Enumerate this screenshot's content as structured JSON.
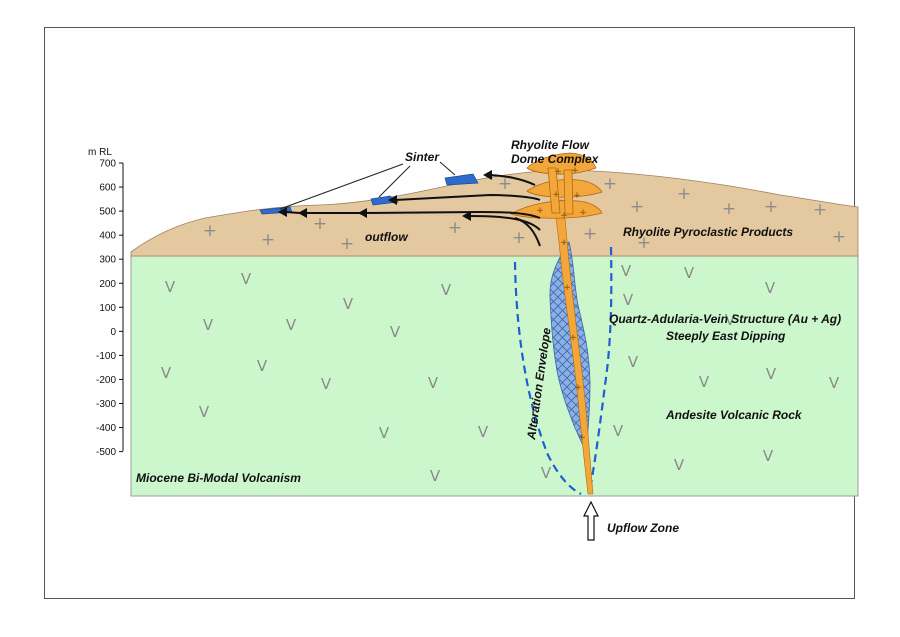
{
  "diagram": {
    "axis": {
      "unit": "m RL",
      "ticks": [
        700,
        600,
        500,
        400,
        300,
        200,
        100,
        0,
        -100,
        -200,
        -300,
        -400,
        -500
      ]
    },
    "labels": {
      "sinter": "Sinter",
      "dome": "Rhyolite Flow",
      "dome2": "Dome Complex",
      "outflow": "outflow",
      "pyroclastic": "Rhyolite Pyroclastic Products",
      "vein1": "Quartz-Adularia-Vein Structure (Au + Ag)",
      "vein2": "Steeply East Dipping",
      "andesite": "Andesite Volcanic Rock",
      "miocene": "Miocene Bi-Modal Volcanism",
      "alteration": "Alteration Envelope",
      "upflow": "Upflow Zone"
    },
    "symbols": {
      "pyroclastic": "+",
      "andesite": "V"
    },
    "colors": {
      "pyroclastic": "#e3c8a0",
      "andesite": "#ccf7cc",
      "vein": "#f3a73a",
      "envelope": "#8ab0e6",
      "sinter": "#2e6ccc",
      "dashed": "#1f5fd1"
    }
  }
}
